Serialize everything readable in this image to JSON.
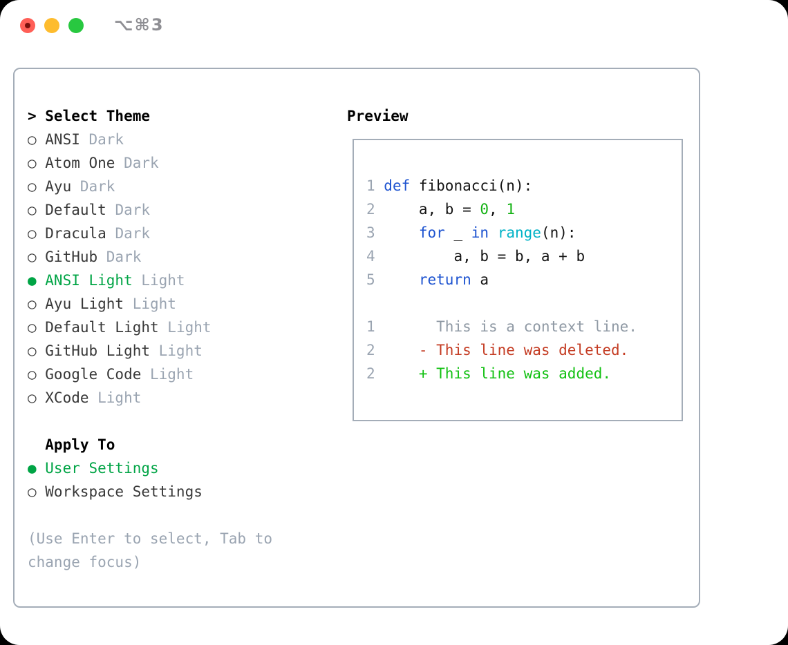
{
  "window": {
    "titlebar": {
      "shortcut": "⌥⌘3",
      "traffic_lights": {
        "close_color": "#ff5f57",
        "close_dot_color": "#7a100c",
        "minimize_color": "#febc2e",
        "zoom_color": "#28c840"
      }
    },
    "colors": {
      "selected_green": "#00a445",
      "keyword_blue": "#1d53d0",
      "builtin_cyan": "#00b2c6",
      "literal_green": "#12b112",
      "diff_added_green": "#12c112",
      "diff_deleted_red": "#c43b22",
      "diff_context_gray": "#8f99a4",
      "muted_gray": "#9aa4b1",
      "border_gray": "#a4adb8"
    },
    "sidebar": {
      "theme_list": {
        "prompt": ">",
        "title": "Select Theme",
        "items": [
          {
            "marker": "○",
            "label": "ANSI",
            "badge": "Dark",
            "selected": false
          },
          {
            "marker": "○",
            "label": "Atom One",
            "badge": "Dark",
            "selected": false
          },
          {
            "marker": "○",
            "label": "Ayu",
            "badge": "Dark",
            "selected": false
          },
          {
            "marker": "○",
            "label": "Default",
            "badge": "Dark",
            "selected": false
          },
          {
            "marker": "○",
            "label": "Dracula",
            "badge": "Dark",
            "selected": false
          },
          {
            "marker": "○",
            "label": "GitHub",
            "badge": "Dark",
            "selected": false
          },
          {
            "marker": "●",
            "label": "ANSI Light",
            "badge": "Light",
            "selected": true
          },
          {
            "marker": "○",
            "label": "Ayu Light",
            "badge": "Light",
            "selected": false
          },
          {
            "marker": "○",
            "label": "Default Light",
            "badge": "Light",
            "selected": false
          },
          {
            "marker": "○",
            "label": "GitHub Light",
            "badge": "Light",
            "selected": false
          },
          {
            "marker": "○",
            "label": "Google Code",
            "badge": "Light",
            "selected": false
          },
          {
            "marker": "○",
            "label": "XCode",
            "badge": "Light",
            "selected": false
          }
        ]
      },
      "apply_to": {
        "title": "Apply To",
        "items": [
          {
            "marker": "●",
            "label": "User Settings",
            "selected": true
          },
          {
            "marker": "○",
            "label": "Workspace Settings",
            "selected": false
          }
        ]
      },
      "hint_lines": [
        "(Use Enter to select, Tab to",
        "change focus)"
      ]
    },
    "preview": {
      "title": "Preview",
      "lines": [
        {
          "segments": [
            {
              "text": "1 ",
              "style": "num"
            },
            {
              "text": "def",
              "style": "kw"
            },
            {
              "text": " fibonacci(n):",
              "style": "plain"
            }
          ]
        },
        {
          "segments": [
            {
              "text": "2 ",
              "style": "num"
            },
            {
              "text": "    a, b = ",
              "style": "plain"
            },
            {
              "text": "0",
              "style": "lit"
            },
            {
              "text": ", ",
              "style": "plain"
            },
            {
              "text": "1",
              "style": "lit"
            }
          ]
        },
        {
          "segments": [
            {
              "text": "3 ",
              "style": "num"
            },
            {
              "text": "    ",
              "style": "plain"
            },
            {
              "text": "for",
              "style": "kw"
            },
            {
              "text": " _ ",
              "style": "plain"
            },
            {
              "text": "in",
              "style": "kw"
            },
            {
              "text": " ",
              "style": "plain"
            },
            {
              "text": "range",
              "style": "fn"
            },
            {
              "text": "(n):",
              "style": "plain"
            }
          ]
        },
        {
          "segments": [
            {
              "text": "4 ",
              "style": "num"
            },
            {
              "text": "        a, b = b, a + b",
              "style": "plain"
            }
          ]
        },
        {
          "segments": [
            {
              "text": "5 ",
              "style": "num"
            },
            {
              "text": "    ",
              "style": "plain"
            },
            {
              "text": "return",
              "style": "kw"
            },
            {
              "text": " a",
              "style": "plain"
            }
          ]
        },
        {
          "segments": []
        },
        {
          "segments": [
            {
              "text": "1",
              "style": "num"
            },
            {
              "text": "       This is a context line.",
              "style": "ctx"
            }
          ]
        },
        {
          "segments": [
            {
              "text": "2",
              "style": "num"
            },
            {
              "text": "     - This line was deleted.",
              "style": "del"
            }
          ]
        },
        {
          "segments": [
            {
              "text": "2",
              "style": "num"
            },
            {
              "text": "     + This line was added.",
              "style": "add"
            }
          ]
        }
      ]
    }
  }
}
